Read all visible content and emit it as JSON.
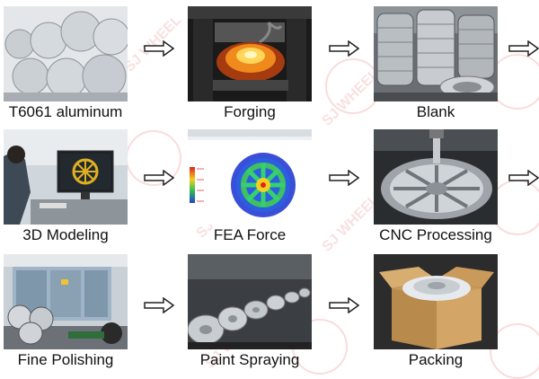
{
  "watermark": "SJ WHEEL",
  "steps": [
    {
      "label": "T6061 aluminum",
      "icon": "aluminum-bars-photo"
    },
    {
      "label": "Forging",
      "icon": "forging-press-photo"
    },
    {
      "label": "Blank",
      "icon": "wheel-blanks-photo"
    },
    {
      "label": "3D Modeling",
      "icon": "cad-workstation-photo"
    },
    {
      "label": "FEA Force",
      "icon": "fea-simulation-photo"
    },
    {
      "label": "CNC Processing",
      "icon": "cnc-machining-photo"
    },
    {
      "label": "Fine Polishing",
      "icon": "polishing-booth-photo"
    },
    {
      "label": "Paint Spraying",
      "icon": "paint-line-photo"
    },
    {
      "label": "Packing",
      "icon": "packing-box-photo"
    }
  ]
}
